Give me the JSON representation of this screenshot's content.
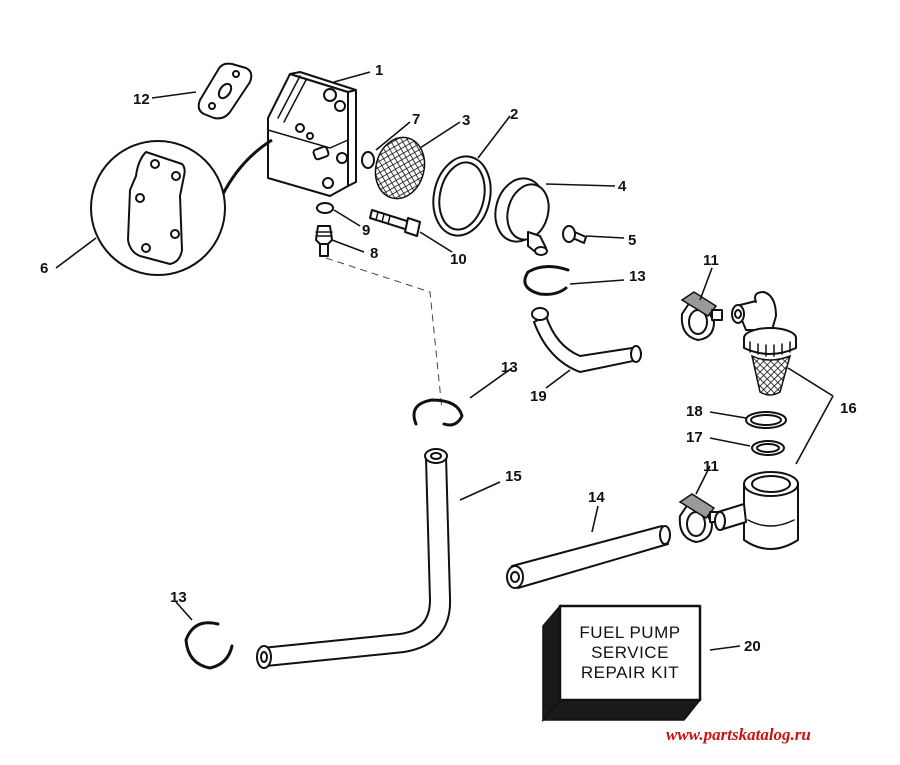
{
  "callouts": [
    {
      "id": "p1",
      "label": "1"
    },
    {
      "id": "p2",
      "label": "2"
    },
    {
      "id": "p3",
      "label": "3"
    },
    {
      "id": "p4",
      "label": "4"
    },
    {
      "id": "p5",
      "label": "5"
    },
    {
      "id": "p6",
      "label": "6"
    },
    {
      "id": "p7",
      "label": "7"
    },
    {
      "id": "p8",
      "label": "8"
    },
    {
      "id": "p9",
      "label": "9"
    },
    {
      "id": "p10",
      "label": "10"
    },
    {
      "id": "p11a",
      "label": "11"
    },
    {
      "id": "p11b",
      "label": "11"
    },
    {
      "id": "p12",
      "label": "12"
    },
    {
      "id": "p13a",
      "label": "13"
    },
    {
      "id": "p13b",
      "label": "13"
    },
    {
      "id": "p13c",
      "label": "13"
    },
    {
      "id": "p14",
      "label": "14"
    },
    {
      "id": "p15",
      "label": "15"
    },
    {
      "id": "p16",
      "label": "16"
    },
    {
      "id": "p17",
      "label": "17"
    },
    {
      "id": "p18",
      "label": "18"
    },
    {
      "id": "p19",
      "label": "19"
    },
    {
      "id": "p20",
      "label": "20"
    }
  ],
  "kit_box": {
    "line1": "FUEL PUMP",
    "line2": "SERVICE",
    "line3": "REPAIR KIT"
  },
  "watermark": "www.partskatalog.ru"
}
